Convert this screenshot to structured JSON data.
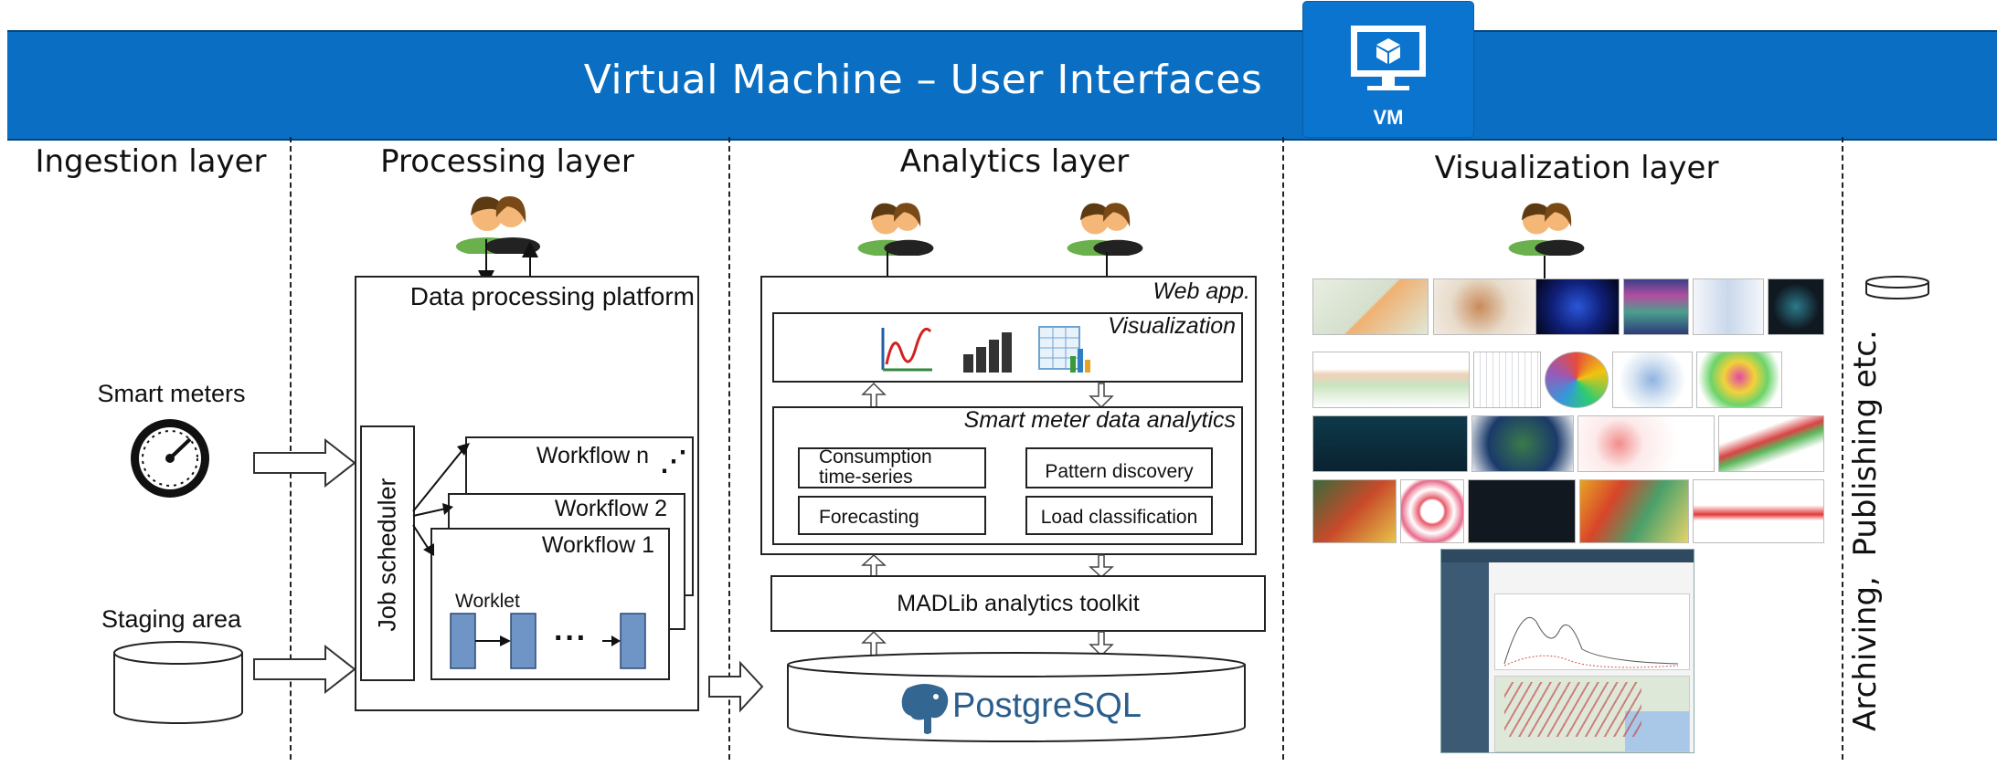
{
  "banner": {
    "title": "Virtual Machine – User Interfaces",
    "vm_label": "VM",
    "color": "#0a6fc2"
  },
  "layers": {
    "ingestion": "Ingestion layer",
    "processing": "Processing layer",
    "analytics": "Analytics layer",
    "visualization": "Visualization layer"
  },
  "ingestion": {
    "smart_meters": "Smart meters",
    "staging_area": "Staging area"
  },
  "processing": {
    "platform": "Data processing platform",
    "job_scheduler": "Job scheduler",
    "workflow_n": "Workflow n",
    "workflow_2": "Workflow 2",
    "workflow_1": "Workflow 1",
    "worklet": "Worklet",
    "worklet_ellipsis": "···",
    "workflow_ellipsis": "⋰"
  },
  "analytics": {
    "web_app": "Web app.",
    "visualization": "Visualization",
    "smart_meter_analytics": "Smart meter data analytics",
    "consumption_line1": "Consumption",
    "consumption_line2": "time-series",
    "pattern_discovery": "Pattern discovery",
    "forecasting": "Forecasting",
    "load_classification": "Load classification",
    "madlib": "MADLib analytics toolkit",
    "postgres": "PostgreSQL",
    "postgres_color": "#2b5d8c"
  },
  "archiving": "Archiving,  Publishing etc."
}
